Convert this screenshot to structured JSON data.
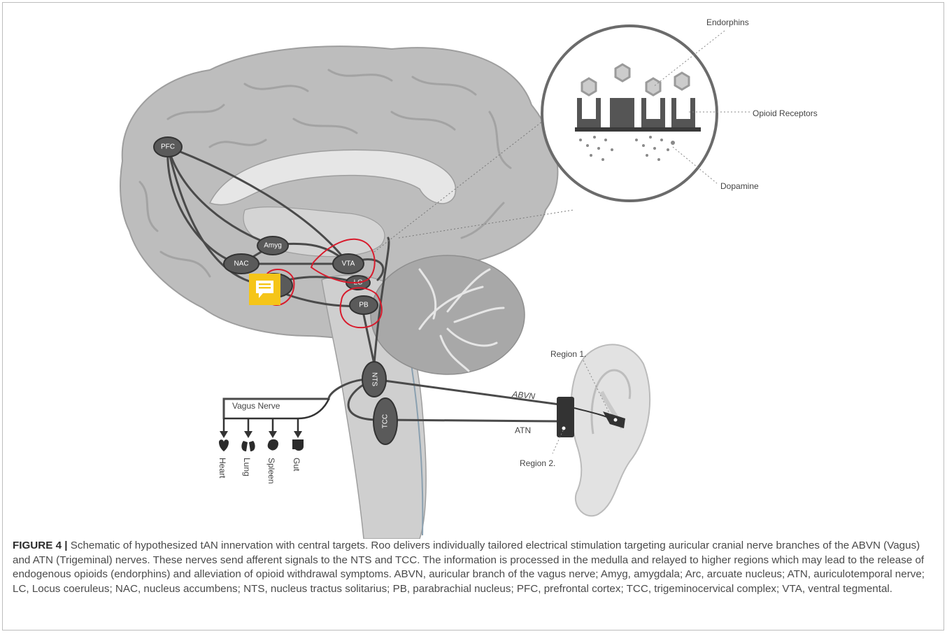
{
  "figure": {
    "nodes": {
      "pfc": "PFC",
      "amyg": "Amyg",
      "nac": "NAC",
      "vta": "VTA",
      "lc": "LC",
      "pb": "PB",
      "nts": "NTS",
      "tcc": "TCC"
    },
    "inset": {
      "endorphins": "Endorphins",
      "opioid_receptors": "Opioid Receptors",
      "dopamine": "Dopamine"
    },
    "vagus": {
      "title": "Vagus Nerve",
      "organs": [
        "Heart",
        "Lung",
        "Spleen",
        "Gut"
      ]
    },
    "device": {
      "abvn": "ABVN",
      "atn": "ATN",
      "region1": "Region 1.",
      "region2": "Region 2."
    },
    "colors": {
      "node_fill": "#5a5a5a",
      "annotation_red": "#d81b2c",
      "comment_icon": "#f5c518"
    }
  },
  "caption": {
    "label": "FIGURE 4 |",
    "text": "Schematic of hypothesized tAN innervation with central targets. Roo delivers individually tailored electrical stimulation targeting auricular cranial nerve branches of the ABVN (Vagus) and ATN (Trigeminal) nerves. These nerves send afferent signals to the NTS and TCC. The information is processed in the medulla and relayed to higher regions which may lead to the release of endogenous opioids (endorphins) and alleviation of opioid withdrawal symptoms. ABVN, auricular branch of the vagus nerve; Amyg, amygdala; Arc, arcuate nucleus; ATN, auriculotemporal nerve; LC, Locus coeruleus; NAC, nucleus accumbens; NTS, nucleus tractus solitarius; PB, parabrachial nucleus; PFC, prefrontal cortex; TCC, trigeminocervical complex; VTA, ventral tegmental."
  }
}
